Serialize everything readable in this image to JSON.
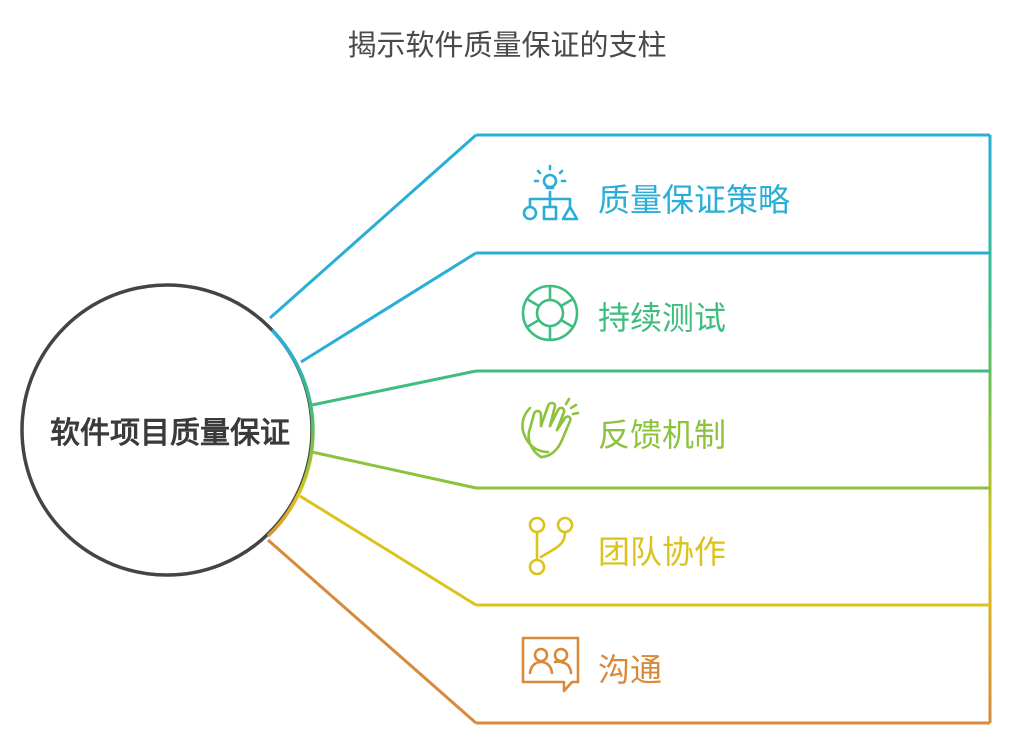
{
  "title": "揭示软件质量保证的支柱",
  "center": {
    "label": "软件项目质量保证"
  },
  "items": [
    {
      "label": "质量保证策略",
      "icon": "strategy-shapes-icon",
      "color": "#29aed6"
    },
    {
      "label": "持续测试",
      "icon": "cycle-icon",
      "color": "#3ebd7e"
    },
    {
      "label": "反馈机制",
      "icon": "clapping-hands-icon",
      "color": "#8cc23c"
    },
    {
      "label": "团队协作",
      "icon": "branch-icon",
      "color": "#dcc31b"
    },
    {
      "label": "沟通",
      "icon": "team-chat-icon",
      "color": "#d8893a"
    }
  ]
}
